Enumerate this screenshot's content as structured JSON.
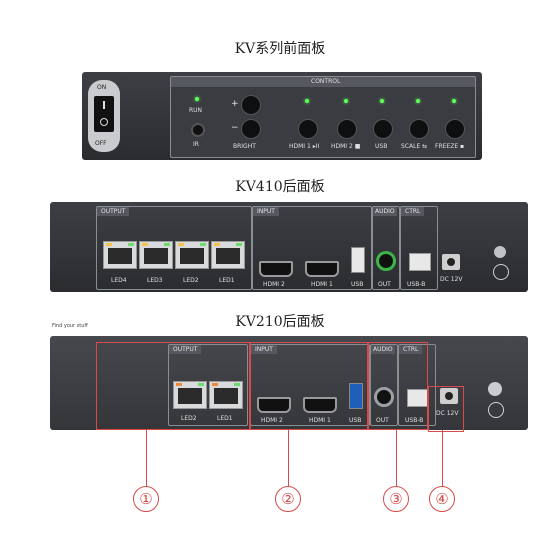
{
  "headings": {
    "front": "KV系列前面板",
    "kv410": "KV410后面板",
    "kv210": "KV210后面板"
  },
  "front_panel": {
    "switch_on": "ON",
    "switch_off": "OFF",
    "control_title": "CONTROL",
    "run": "RUN",
    "ir": "IR",
    "bright": "BRIGHT",
    "bright_plus": "+",
    "bright_minus": "−",
    "hdmi1": "HDMI 1 ▸II",
    "hdmi2": "HDMI 2 ■",
    "usb": "USB",
    "scale": "SCALE ⇆",
    "freeze": "FREEZE ▪"
  },
  "kv410": {
    "output": "OUTPUT",
    "input": "INPUT",
    "audio": "AUDIO",
    "ctrl": "CTRL",
    "led4": "LED4",
    "led3": "LED3",
    "led2": "LED2",
    "led1": "LED1",
    "hdmi2": "HDMI 2",
    "hdmi1": "HDMI 1",
    "usb": "USB",
    "out": "OUT",
    "usbb": "USB-B",
    "dc": "DC 12V"
  },
  "kv210": {
    "caption": "Find your stuff",
    "output": "OUTPUT",
    "input": "INPUT",
    "audio": "AUDIO",
    "ctrl": "CTRL",
    "led2": "LED2",
    "led1": "LED1",
    "hdmi2": "HDMI 2",
    "hdmi1": "HDMI 1",
    "usb": "USB",
    "out": "OUT",
    "usbb": "USB-B",
    "dc": "DC 12V"
  },
  "callouts": [
    "①",
    "②",
    "③",
    "④"
  ],
  "colors": {
    "accent": "#d94a4a",
    "led_green": "#5cff5c",
    "panel": "#2f3135"
  }
}
